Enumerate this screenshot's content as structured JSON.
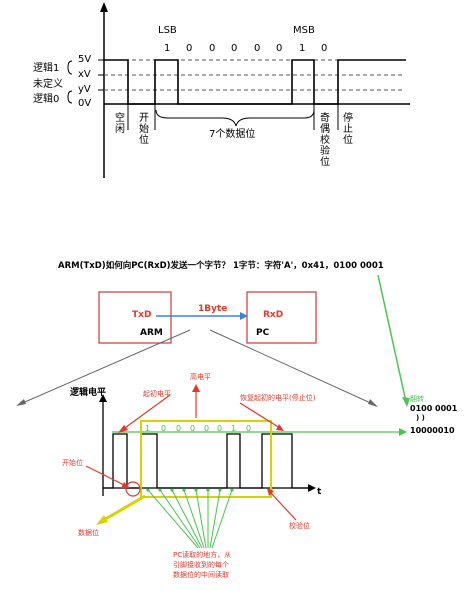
{
  "top_diagram": {
    "level_labels": {
      "logic1": "逻辑1",
      "undefined": "未定义",
      "logic0": "逻辑0"
    },
    "voltage_labels": [
      "5V",
      "xV",
      "yV",
      "0V"
    ],
    "lsb": "LSB",
    "msb": "MSB",
    "bits": [
      "1",
      "0",
      "0",
      "0",
      "0",
      "0",
      "1",
      "0"
    ],
    "idle": "空闲",
    "start_bit": "开始位",
    "data_bits": "7个数据位",
    "parity_bit": "奇偶校验位",
    "stop_bit": "停止位"
  },
  "header_question": "ARM(TxD)如何向PC(RxD)发送一个字节？ 1字节：字符'A'，0x41，0100 0001",
  "bottom_diagram": {
    "arm_pin": "TxD",
    "arm_label": "ARM",
    "link_label": "1Byte",
    "pc_pin": "RxD",
    "pc_label": "PC",
    "logic_level": "逻辑电平",
    "high_level": "高电平",
    "initial_level": "起初电平",
    "restore_level": "恢复起初的电平(停止位)",
    "bits": [
      "1",
      "0",
      "0",
      "0",
      "0",
      "0",
      "1",
      "0"
    ],
    "t_axis": "t",
    "start_bit": "开始位",
    "data_bits": "数据位",
    "parity_bit": "校验位",
    "pc_read_note": [
      "PC读取的地方，从",
      "引脚接收到的每个",
      "数据位的中间读取"
    ],
    "flip": "翻转",
    "binary_original": "0100 0001",
    "brackets": ") )",
    "binary_flipped": "10000010"
  },
  "colors": {
    "red": "#e0392b",
    "blue": "#3a86d6",
    "green": "#4cc44f",
    "yellow_box": "#d6d400",
    "gray": "#888888"
  }
}
